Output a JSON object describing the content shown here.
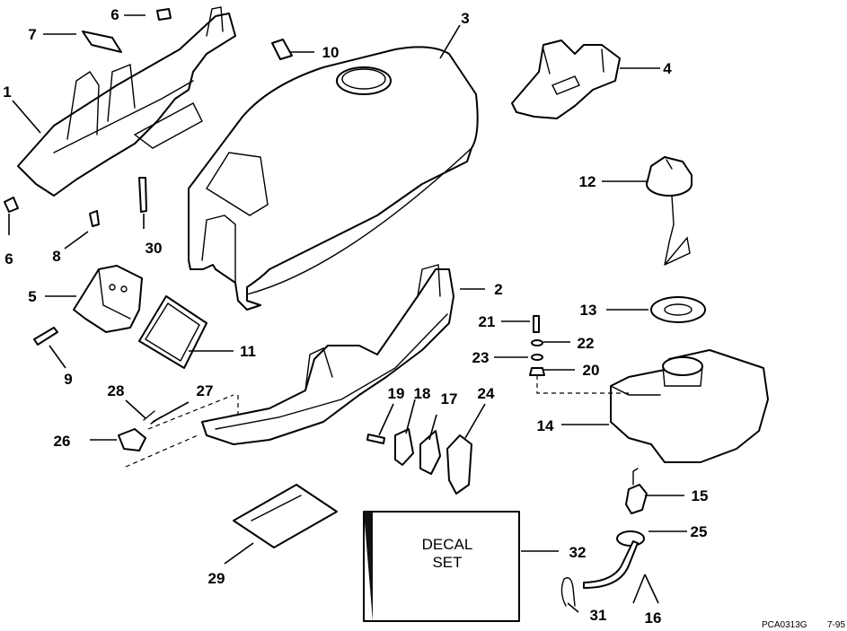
{
  "callouts": {
    "c1": "1",
    "c2": "2",
    "c3": "3",
    "c4": "4",
    "c5": "5",
    "c6a": "6",
    "c6b": "6",
    "c7": "7",
    "c8": "8",
    "c9": "9",
    "c10": "10",
    "c11": "11",
    "c12": "12",
    "c13": "13",
    "c14": "14",
    "c15": "15",
    "c16": "16",
    "c17": "17",
    "c18": "18",
    "c19": "19",
    "c20": "20",
    "c21": "21",
    "c22": "22",
    "c23": "23",
    "c24": "24",
    "c25": "25",
    "c26": "26",
    "c27": "27",
    "c28": "28",
    "c29": "29",
    "c30": "30",
    "c31": "31",
    "c32": "32"
  },
  "decal_box": {
    "line1": "DECAL",
    "line2": "SET"
  },
  "reference": {
    "code": "PCA0313G",
    "date": "7-95"
  }
}
